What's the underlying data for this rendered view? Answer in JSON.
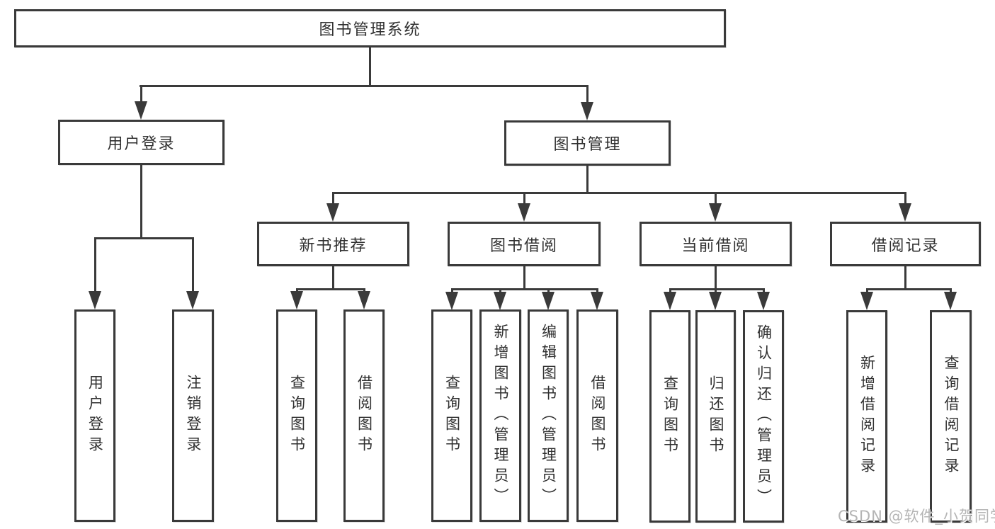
{
  "tree": {
    "root": {
      "label": "图书管理系统"
    },
    "children": [
      {
        "label": "用户登录",
        "children": [
          {
            "label": "用户登录"
          },
          {
            "label": "注销登录"
          }
        ]
      },
      {
        "label": "图书管理",
        "children": [
          {
            "label": "新书推荐",
            "children": [
              {
                "label": "查询图书"
              },
              {
                "label": "借阅图书"
              }
            ]
          },
          {
            "label": "图书借阅",
            "children": [
              {
                "label": "查询图书"
              },
              {
                "label": "新增图书（管理员）"
              },
              {
                "label": "编辑图书（管理员）"
              },
              {
                "label": "借阅图书"
              }
            ]
          },
          {
            "label": "当前借阅",
            "children": [
              {
                "label": "查询图书"
              },
              {
                "label": "归还图书"
              },
              {
                "label": "确认归还（管理员）"
              }
            ]
          },
          {
            "label": "借阅记录",
            "children": [
              {
                "label": "新增借阅记录"
              },
              {
                "label": "查询借阅记录"
              }
            ]
          }
        ]
      }
    ]
  },
  "watermark": {
    "text": "CSDN @软件_小贺同学"
  },
  "colors": {
    "line": "#3a3a3a",
    "text": "#303030",
    "background": "#ffffff",
    "watermark": "#b5b5b5"
  }
}
